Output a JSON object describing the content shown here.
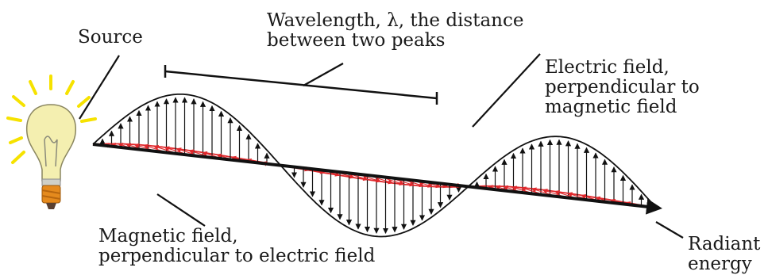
{
  "labels": {
    "source": "Source",
    "wavelength": [
      "Wavelength, λ, the distance",
      "between two peaks"
    ],
    "electric": [
      "Electric field,",
      "perpendicular to",
      "magnetic field"
    ],
    "magnetic": [
      "Magnetic field,",
      "perpendicular to electric field"
    ],
    "radiant": [
      "Radiant",
      "energy"
    ]
  },
  "icons": {
    "source": "light-bulb-icon"
  },
  "colors": {
    "electric_wave": "#111111",
    "magnetic_wave": "#e0282c",
    "bulb_glass": "#f4efb0",
    "bulb_rays": "#f6e200",
    "bulb_base": "#e58a1d"
  }
}
